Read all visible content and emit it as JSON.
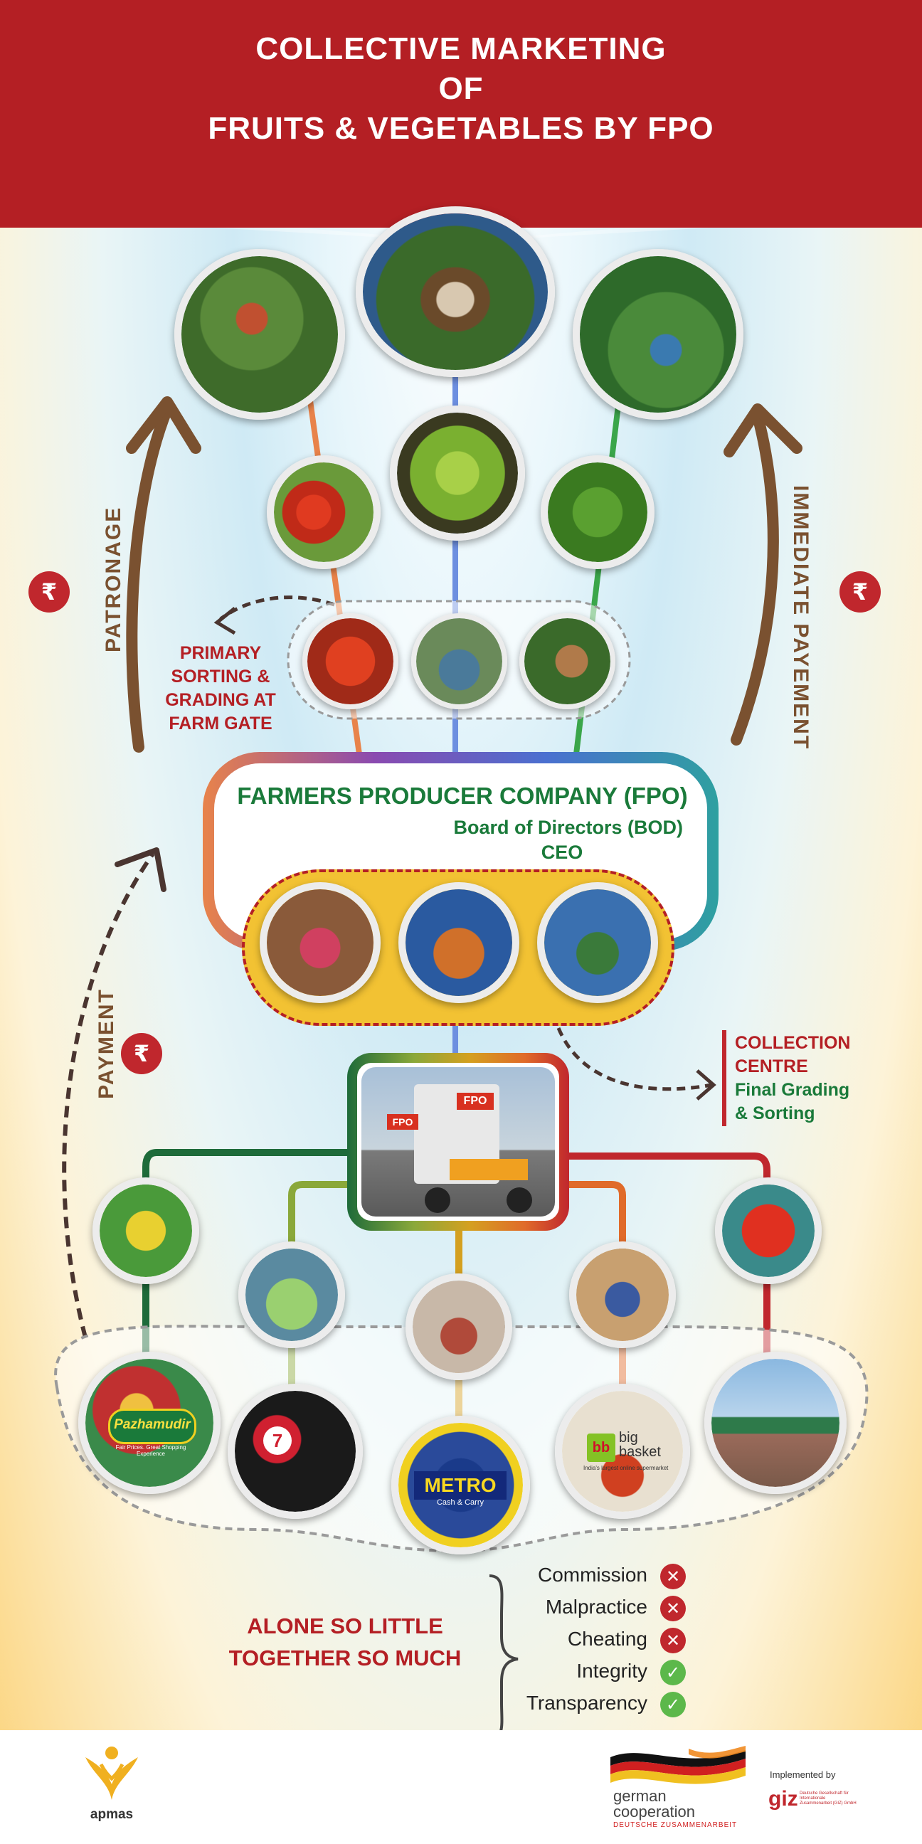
{
  "title": {
    "line1": "COLLECTIVE MARKETING",
    "line2": "OF",
    "line3": "FRUITS & VEGETABLES BY FPO"
  },
  "side_labels": {
    "patronage": "PATRONAGE",
    "immediate_payment": "IMMEDIATE PAYEMENT",
    "payment": "PAYMENT",
    "rupee": "₹"
  },
  "primary_sorting": [
    "PRIMARY",
    "SORTING &",
    "GRADING AT",
    "FARM GATE"
  ],
  "fpo": {
    "name": "FARMERS PRODUCER COMPANY (FPO)",
    "board": "Board of Directors (BOD)",
    "ceo": "CEO"
  },
  "truck_label": "FPO",
  "collection": {
    "line1": "COLLECTION",
    "line2": "CENTRE",
    "line3": "Final Grading",
    "line4": "& Sorting"
  },
  "markets": {
    "pazhamudir": "Pazhamudir",
    "pazhamudir_sub": "Fair Prices. Great Shopping Experience",
    "seven": "7",
    "metro": "METRO",
    "metro_sub": "Cash & Carry",
    "bb": "bb",
    "big": "big",
    "basket": "basket",
    "bb_sub": "India's largest online supermarket"
  },
  "slogan": {
    "line1": "ALONE SO LITTLE",
    "line2": "TOGETHER SO MUCH"
  },
  "checklist": [
    {
      "label": "Commission",
      "mark": "✕"
    },
    {
      "label": "Malpractice",
      "mark": "✕"
    },
    {
      "label": "Cheating",
      "mark": "✕"
    },
    {
      "label": "Integrity",
      "mark": "✓"
    },
    {
      "label": "Transparency",
      "mark": "✓"
    }
  ],
  "footer": {
    "apmas": "apmas",
    "german1": "german",
    "german2": "cooperation",
    "german3": "DEUTSCHE ZUSAMMENARBEIT",
    "implemented": "Implemented by",
    "giz": "giz",
    "giz_sub": "Deutsche Gesellschaft für Internationale Zusammenarbeit (GIZ) GmbH"
  },
  "colors": {
    "header_red": "#b41f24",
    "fpo_green": "#1a7a3a",
    "arrow_brown": "#7a5130",
    "orange_line": "#e8834a",
    "blue_line": "#6d8fe0",
    "green_line": "#3aa64a"
  }
}
